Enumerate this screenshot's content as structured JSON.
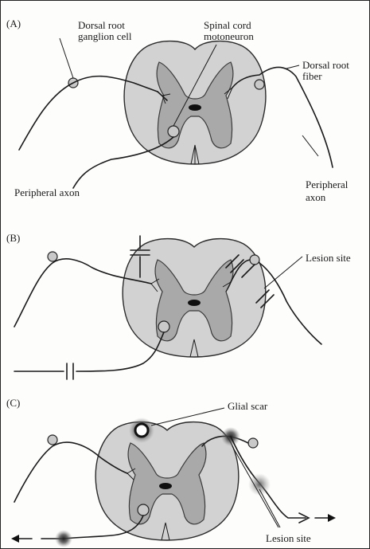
{
  "panels": {
    "a": {
      "letter": "(A)",
      "drg_label_1": "Dorsal root",
      "drg_label_2": "ganglion cell",
      "mn_label_1": "Spinal cord",
      "mn_label_2": "motoneuron",
      "drf_label_1": "Dorsal root",
      "drf_label_2": "fiber",
      "pa_left": "Peripheral axon",
      "pa_right_1": "Peripheral",
      "pa_right_2": "axon"
    },
    "b": {
      "letter": "(B)",
      "lesion": "Lesion site"
    },
    "c": {
      "letter": "(C)",
      "glial": "Glial scar",
      "lesion": "Lesion site"
    }
  },
  "colors": {
    "white_matter": "#d2d2d2",
    "gray_matter": "#a9a9a9",
    "ink": "#1a1a1a"
  }
}
